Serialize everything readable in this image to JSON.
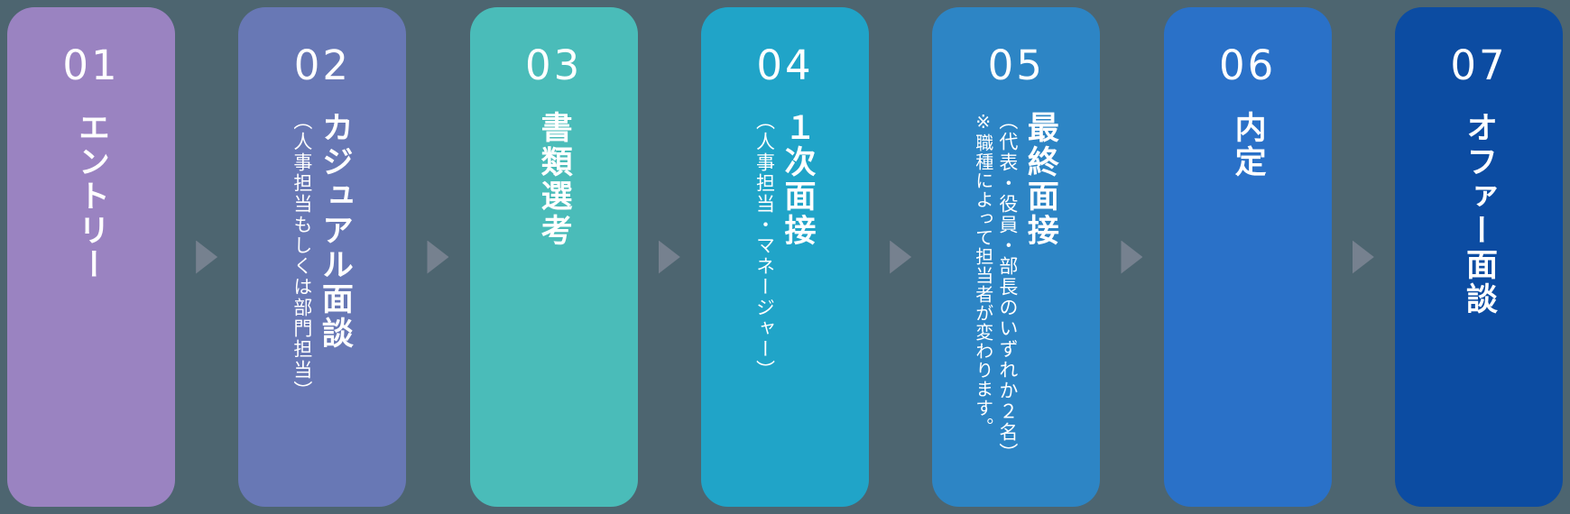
{
  "background_color": "#4d6570",
  "arrow_color": "#76818f",
  "text_color": "#ffffff",
  "steps": [
    {
      "number": "01",
      "title": "エントリー",
      "notes": [],
      "color": "#9a83c1"
    },
    {
      "number": "02",
      "title": "カジュアル面談",
      "notes": [
        "（人事担当もしくは部門担当）"
      ],
      "color": "#6878b5"
    },
    {
      "number": "03",
      "title": "書類選考",
      "notes": [],
      "color": "#4abcb9"
    },
    {
      "number": "04",
      "title": "１次面接",
      "notes": [
        "（人事担当・マネージャー）"
      ],
      "color": "#20a4c8"
    },
    {
      "number": "05",
      "title": "最終面接",
      "notes": [
        "（代表・役員・部長のいずれか２名）",
        "※職種によって担当者が変わります。"
      ],
      "color": "#2d85c5"
    },
    {
      "number": "06",
      "title": "内定",
      "notes": [],
      "color": "#2a71c8"
    },
    {
      "number": "07",
      "title": "オファー面談",
      "notes": [],
      "color": "#0c4ca2"
    }
  ]
}
